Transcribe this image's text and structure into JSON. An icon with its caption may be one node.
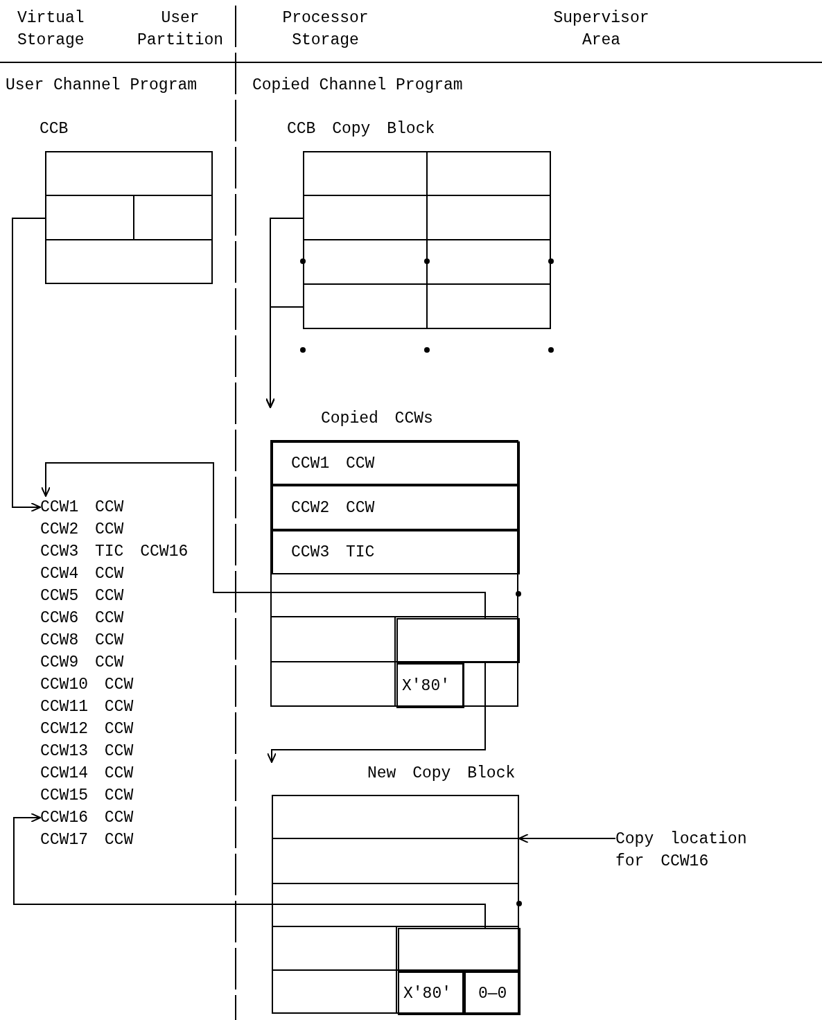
{
  "diagram": {
    "nodes": [
      {
        "text": [
          "CCB"
        ]
      },
      {
        "text": [
          "CCB Copy Block"
        ]
      },
      {
        "text": [
          "Copied CCWs"
        ]
      },
      {
        "text": [
          "CCW1 CCW"
        ],
        "in": 2
      },
      {
        "text": [
          "CCW2 CCW"
        ],
        "in": 2
      },
      {
        "text": [
          "CCW3 TIC"
        ],
        "in": 2
      },
      {
        "text": [],
        "shape": "box",
        "in": 2
      },
      {
        "text": [
          "X'80'"
        ],
        "in": 2
      },
      {
        "text": [
          "CCW1 CCW"
        ]
      },
      {
        "text": [
          "CCW16 CCW"
        ]
      },
      {
        "text": [
          "New Copy Block"
        ]
      },
      {
        "text": [
          "Copy location for CCW16"
        ]
      },
      {
        "text": [],
        "shape": "box",
        "in": 10
      },
      {
        "text": [
          "X'80'"
        ],
        "in": 10
      },
      {
        "text": [
          "0—0"
        ],
        "in": 10
      }
    ],
    "edges": [
      {
        "from": 0,
        "to": 8,
        "arrow": "to"
      },
      {
        "from": 1,
        "to": 2,
        "arrow": "to"
      },
      {
        "from": 1,
        "to": 2,
        "arrow": "to"
      },
      {
        "from": 6,
        "to": 8,
        "arrow": "to"
      },
      {
        "from": 6,
        "to": 10,
        "arrow": "to"
      },
      {
        "from": 12,
        "to": 9,
        "arrow": "to"
      },
      {
        "from": 11,
        "to": 10,
        "arrow": "to"
      }
    ],
    "labels": [
      "Virtual Storage",
      "User Partition",
      "Processor Storage",
      "Supervisor Area",
      "User Channel Program",
      "Copied Channel Program",
      "CCW2 CCW",
      "CCW3 TIC CCW16",
      "CCW4 CCW",
      "CCW5 CCW",
      "CCW6 CCW",
      "CCW8 CCW",
      "CCW9 CCW",
      "CCW10 CCW",
      "CCW11 CCW",
      "CCW12 CCW",
      "CCW13 CCW",
      "CCW14 CCW",
      "CCW15 CCW",
      "CCW17 CCW"
    ]
  }
}
